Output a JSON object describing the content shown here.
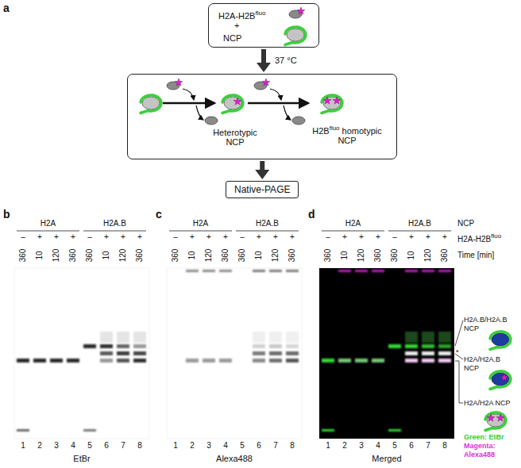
{
  "diagram": {
    "nodes": [
      {
        "text": [
          "H2A-H2B",
          "fluo",
          "+",
          "NCP"
        ]
      },
      {
        "text": [
          "Heterotypic NCP",
          "H2B",
          "fluo",
          "homotypic NCP"
        ]
      },
      {
        "text": [
          "Native-PAGE"
        ]
      }
    ],
    "edges": [
      {
        "from": 0,
        "to": 1,
        "arrow": "to",
        "label": "37 °C"
      },
      {
        "from": 1,
        "to": 2,
        "arrow": "to"
      }
    ],
    "labels": [
      "a",
      "b",
      "c",
      "d",
      "H2A",
      "H2A.B",
      "–",
      "+",
      "+",
      "+",
      "–",
      "+",
      "+",
      "+",
      "360",
      "10",
      "120",
      "360",
      "360",
      "10",
      "120",
      "360",
      "1",
      "2",
      "3",
      "4",
      "5",
      "6",
      "7",
      "8",
      "EtBr",
      "H2A",
      "H2A.B",
      "–",
      "+",
      "+",
      "+",
      "–",
      "+",
      "+",
      "+",
      "360",
      "10",
      "120",
      "360",
      "360",
      "10",
      "120",
      "360",
      "1",
      "2",
      "3",
      "4",
      "5",
      "6",
      "7",
      "8",
      "Alexa488",
      "H2A",
      "H2A.B",
      "–",
      "+",
      "+",
      "+",
      "–",
      "+",
      "+",
      "+",
      "360",
      "10",
      "120",
      "360",
      "360",
      "10",
      "120",
      "360",
      "1",
      "2",
      "3",
      "4",
      "5",
      "6",
      "7",
      "8",
      "Merged",
      "NCP",
      "H2A-H2B",
      "fluo",
      "Time [min]",
      "H2A.B/H2A.B NCP",
      "*",
      "H2A/H2A.B NCP",
      "H2A/H2A NCP"
    ],
    "legend": [
      {
        "text": "Green: EtBr",
        "color": "#2fcf2f"
      },
      {
        "text": "Magenta: Alexa488",
        "color": "#e030e0"
      }
    ]
  }
}
